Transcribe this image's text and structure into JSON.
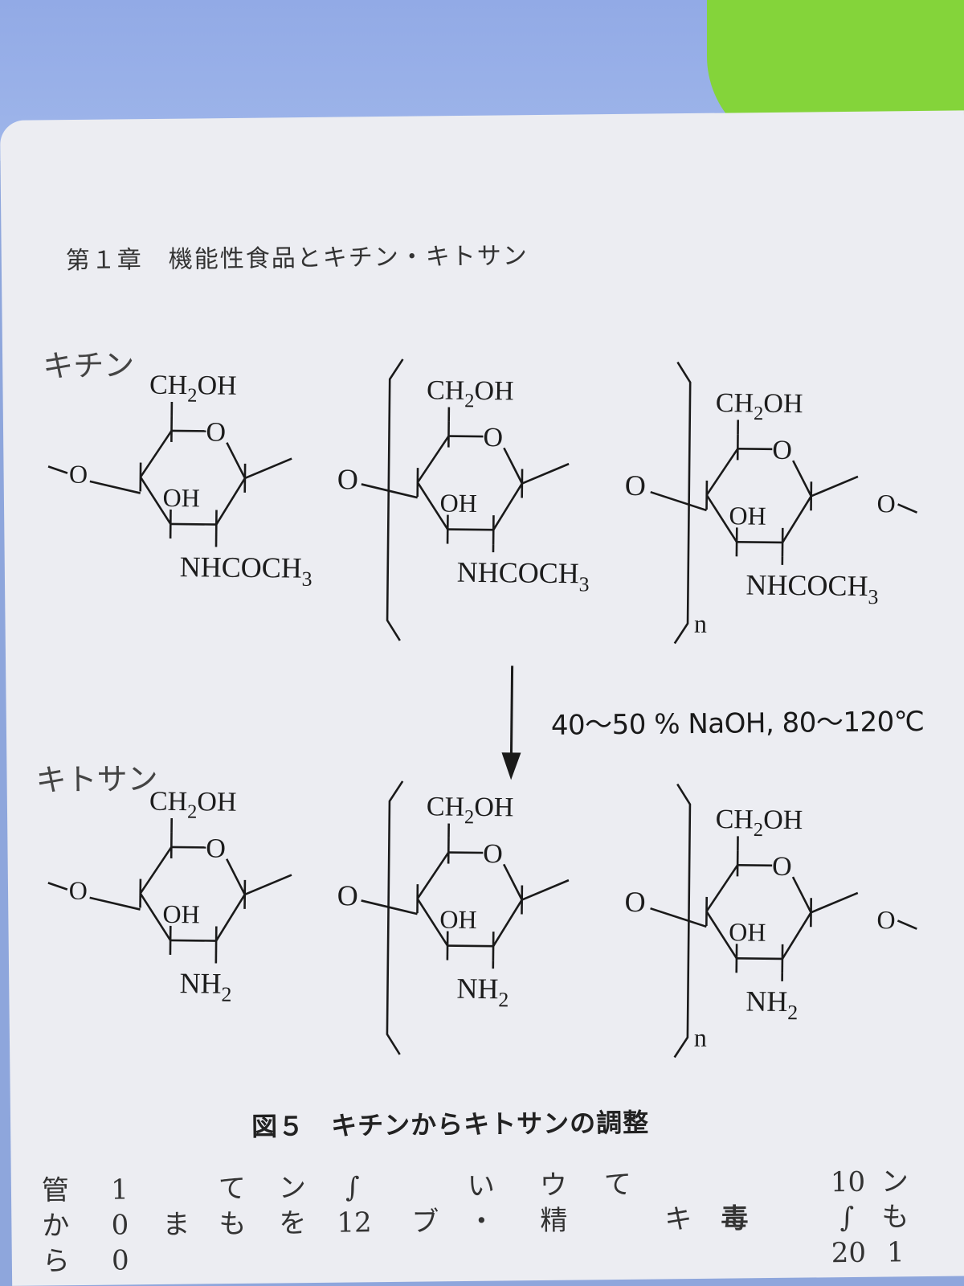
{
  "running_head": "第１章　機能性食品とキチン・キトサン",
  "chitin": {
    "label": "キチン",
    "ch2oh": "CH",
    "ch2oh_sub": "2",
    "ch2oh_tail": "OH",
    "ring_o": "O",
    "oh": "OH",
    "substituent": "NHCOCH",
    "substituent_sub": "3",
    "link_o": "O",
    "end_left": "O",
    "end_right": "O",
    "repeat": "n"
  },
  "reaction": {
    "conditions": "40～50 % NaOH, 80～120℃"
  },
  "chitosan": {
    "label": "キトサン",
    "ch2oh": "CH",
    "ch2oh_sub": "2",
    "ch2oh_tail": "OH",
    "ring_o": "O",
    "oh": "OH",
    "substituent": "NH",
    "substituent_sub": "2",
    "link_o": "O",
    "end_left": "O",
    "end_right": "O",
    "repeat": "n"
  },
  "caption": "図５　キチンからキトサンの調整",
  "body_columns": [
    {
      "text": "管\nか\nら"
    },
    {
      "text": "1\n0\n0"
    },
    {
      "text": "\nま\n"
    },
    {
      "text": "て\nも"
    },
    {
      "text": "ン\nを"
    },
    {
      "text": "∫\n12"
    },
    {
      "text": "\nブ"
    },
    {
      "text": "い\n・"
    },
    {
      "text": "ウ\n精"
    },
    {
      "text": "て\n"
    },
    {
      "text": "\nキ"
    },
    {
      "text": "\n毒",
      "bold": true
    },
    {
      "text": "10\n∫\n20"
    },
    {
      "text": "ン\nも\n1"
    }
  ]
}
